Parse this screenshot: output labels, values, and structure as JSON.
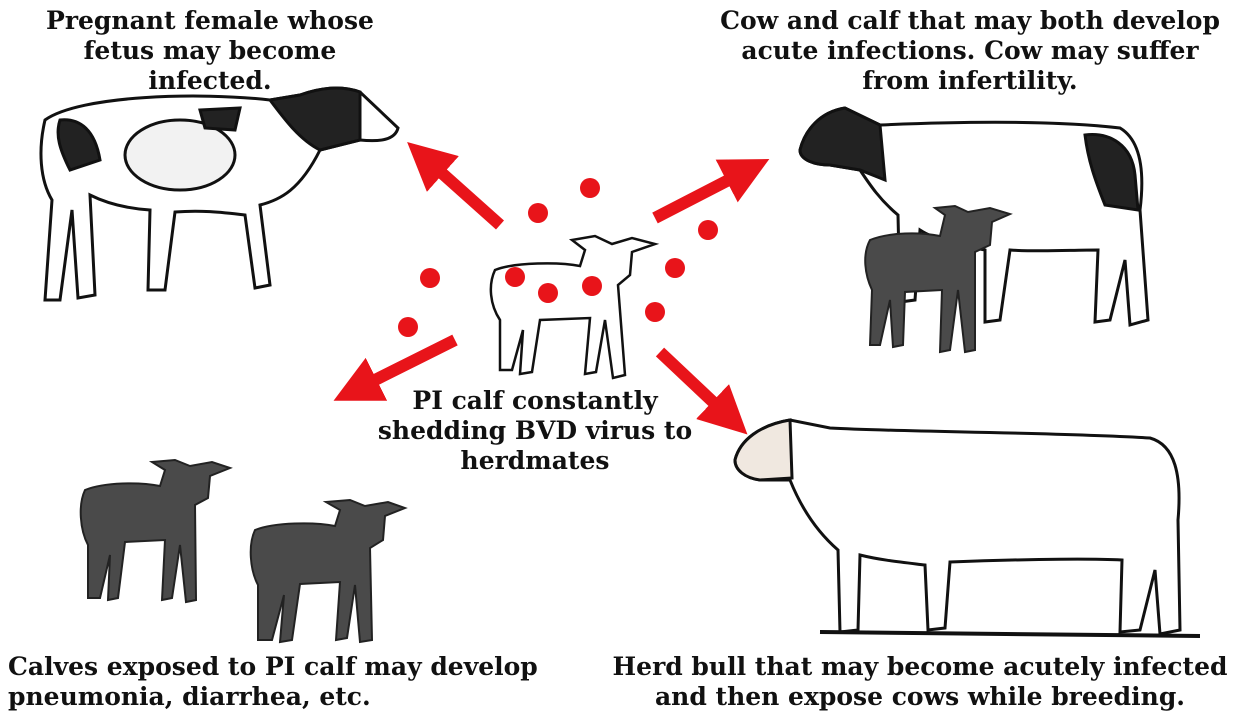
{
  "captions": {
    "pregnant": "Pregnant female whose fetus may become infected.",
    "cow_calf": "Cow and calf that may both develop acute infections. Cow may suffer from infertility.",
    "pi_calf": "PI calf constantly shedding BVD virus to herdmates",
    "calves": "Calves exposed to PI calf may develop pneumonia, diarrhea, etc.",
    "bull": "Herd bull that may become acutely infected and then expose cows while breeding."
  },
  "colors": {
    "arrow": "#e8141a",
    "virus_dot": "#e8141a",
    "dark_calf": "#4a4a4a",
    "outline": "#111111"
  },
  "icons": [
    "pregnant-cow-icon",
    "cow-icon",
    "calf-icon",
    "bull-icon",
    "pi-calf-icon"
  ]
}
